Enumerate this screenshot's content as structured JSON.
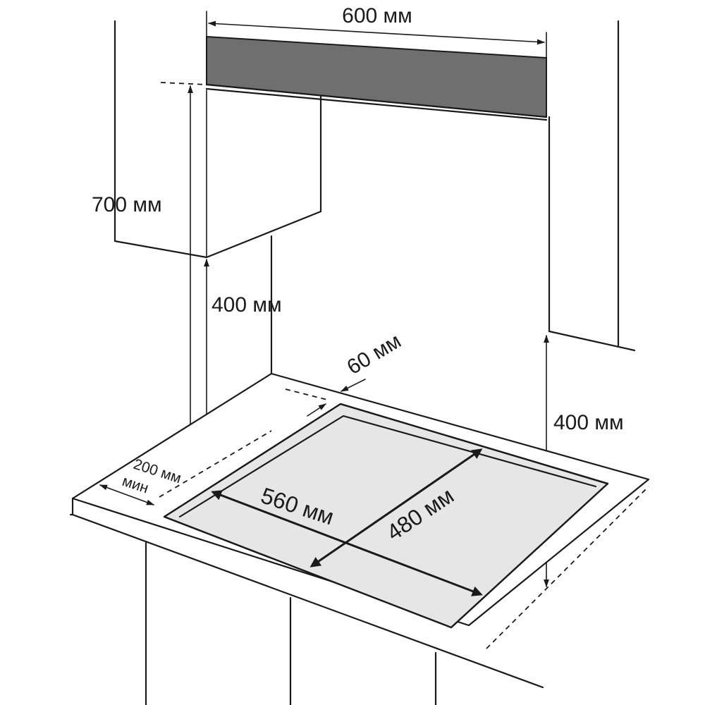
{
  "labels": {
    "width_600": "600 мм",
    "height_700": "700 мм",
    "height_400_left": "400 мм",
    "depth_60": "60 мм",
    "height_400_right": "400 мм",
    "side_200": "200 мм",
    "side_min": "мин",
    "cutout_560": "560 мм",
    "cutout_480": "480 мм"
  },
  "colors": {
    "line": "#1a1a1a",
    "hood": "#6f6f6f",
    "hob": "#e6e6e6",
    "background": "#ffffff"
  }
}
